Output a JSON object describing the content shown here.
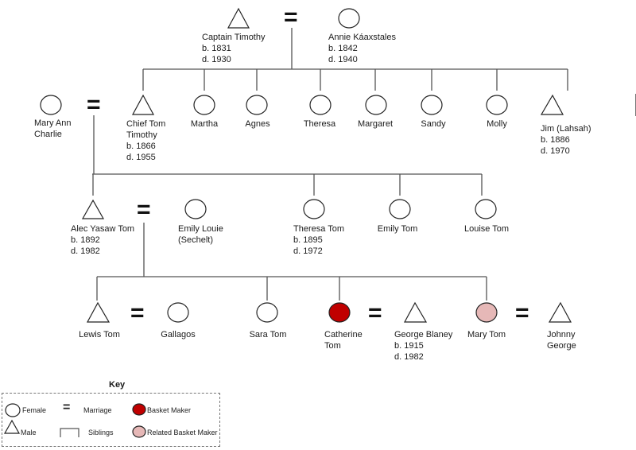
{
  "diagram": {
    "type": "genealogy-tree",
    "generations": [
      {
        "level": 1,
        "couples": [
          {
            "husband": {
              "id": "captain-timothy",
              "name": "Captain Timothy",
              "sex": "male",
              "born": "b. 1831",
              "died": "d. 1930"
            },
            "wife": {
              "id": "annie-kaaxstales",
              "name": "Annie Káaxstales",
              "sex": "female",
              "born": "b. 1842",
              "died": "d. 1940"
            }
          }
        ]
      },
      {
        "level": 2,
        "children_of": "captain-timothy",
        "members": [
          {
            "id": "chief-tom-timothy",
            "name_lines": [
              "Chief Tom",
              "Timothy"
            ],
            "sex": "male",
            "born": "b. 1866",
            "died": "d. 1955"
          },
          {
            "id": "martha",
            "name_lines": [
              "Martha"
            ],
            "sex": "female"
          },
          {
            "id": "agnes",
            "name_lines": [
              "Agnes"
            ],
            "sex": "female"
          },
          {
            "id": "theresa",
            "name_lines": [
              "Theresa"
            ],
            "sex": "female"
          },
          {
            "id": "margaret",
            "name_lines": [
              "Margaret"
            ],
            "sex": "female"
          },
          {
            "id": "sandy",
            "name_lines": [
              "Sandy"
            ],
            "sex": "female"
          },
          {
            "id": "molly",
            "name_lines": [
              "Molly"
            ],
            "sex": "female"
          },
          {
            "id": "jim-lahsah",
            "name_lines": [
              "Jim (Lahsah)"
            ],
            "sex": "male",
            "born": "b. 1886",
            "died": "d. 1970"
          }
        ],
        "spouse": {
          "id": "mary-ann-charlie",
          "name_lines": [
            "Mary Ann",
            "Charlie"
          ],
          "sex": "female",
          "married_to": "chief-tom-timothy"
        }
      },
      {
        "level": 3,
        "children_of": "chief-tom-timothy",
        "members": [
          {
            "id": "alec-yasaw-tom",
            "name_lines": [
              "Alec Yasaw Tom"
            ],
            "sex": "male",
            "born": "b. 1892",
            "died": "d. 1982"
          },
          {
            "id": "theresa-tom",
            "name_lines": [
              "Theresa Tom"
            ],
            "sex": "female",
            "born": "b. 1895",
            "died": "d. 1972"
          },
          {
            "id": "emily-tom",
            "name_lines": [
              "Emily Tom"
            ],
            "sex": "female"
          },
          {
            "id": "louise-tom",
            "name_lines": [
              "Louise Tom"
            ],
            "sex": "female"
          }
        ],
        "spouse": {
          "id": "emily-louie",
          "name_lines": [
            "Emily Louie",
            "(Sechelt)"
          ],
          "sex": "female",
          "married_to": "alec-yasaw-tom"
        }
      },
      {
        "level": 4,
        "children_of": "alec-yasaw-tom",
        "members": [
          {
            "id": "lewis-tom",
            "name_lines": [
              "Lewis Tom"
            ],
            "sex": "male"
          },
          {
            "id": "sara-tom",
            "name_lines": [
              "Sara Tom"
            ],
            "sex": "female"
          },
          {
            "id": "catherine-tom",
            "name_lines": [
              "Catherine",
              "Tom"
            ],
            "sex": "female",
            "status": "basket-maker"
          },
          {
            "id": "mary-tom",
            "name_lines": [
              "Mary Tom"
            ],
            "sex": "female",
            "status": "related-basket-maker"
          }
        ],
        "spouses": [
          {
            "id": "gallagos",
            "name_lines": [
              "Gallagos"
            ],
            "sex": "female",
            "married_to": "lewis-tom"
          },
          {
            "id": "george-blaney",
            "name_lines": [
              "George Blaney"
            ],
            "sex": "male",
            "born": "b. 1915",
            "died": "d. 1982",
            "married_to": "catherine-tom"
          },
          {
            "id": "johnny-george",
            "name_lines": [
              "Johnny",
              "George"
            ],
            "sex": "male",
            "married_to": "mary-tom"
          }
        ]
      }
    ]
  },
  "labels": {
    "captain_timothy": [
      "Captain Timothy",
      "b. 1831",
      "d. 1930"
    ],
    "annie": [
      "Annie Káaxstales",
      "b. 1842",
      "d. 1940"
    ],
    "mary_ann_charlie": [
      "Mary Ann",
      "Charlie"
    ],
    "chief_tom": [
      "Chief Tom",
      "Timothy",
      "b. 1866",
      "d. 1955"
    ],
    "martha": "Martha",
    "agnes": "Agnes",
    "theresa": "Theresa",
    "margaret": "Margaret",
    "sandy": "Sandy",
    "molly": "Molly",
    "jim": [
      "Jim (Lahsah)",
      "b. 1886",
      "d. 1970"
    ],
    "alec": [
      "Alec Yasaw Tom",
      "b. 1892",
      "d. 1982"
    ],
    "emily_louie": [
      "Emily Louie",
      "(Sechelt)"
    ],
    "theresa_tom": [
      "Theresa Tom",
      "b. 1895",
      "d. 1972"
    ],
    "emily_tom": "Emily Tom",
    "louise_tom": "Louise Tom",
    "lewis_tom": "Lewis Tom",
    "gallagos": "Gallagos",
    "sara_tom": "Sara Tom",
    "catherine_tom": [
      "Catherine",
      "Tom"
    ],
    "george_blaney": [
      "George Blaney",
      "b. 1915",
      "d. 1982"
    ],
    "mary_tom": "Mary Tom",
    "johnny_george": [
      "Johnny",
      "George"
    ],
    "marriage_symbol": "="
  },
  "key": {
    "title": "Key",
    "items": [
      {
        "symbol": "circle-icon",
        "label": "Female"
      },
      {
        "symbol": "equals-icon",
        "label": "Marriage"
      },
      {
        "symbol": "filled-red-circle-icon",
        "label": "Basket Maker"
      },
      {
        "symbol": "triangle-icon",
        "label": "Male"
      },
      {
        "symbol": "bracket-icon",
        "label": "Siblings"
      },
      {
        "symbol": "filled-pink-circle-icon",
        "label": "Related Basket Maker"
      }
    ]
  },
  "colors": {
    "line": "#555555",
    "symbol_stroke": "#222222",
    "basket_maker": "#c00000",
    "related_basket_maker": "#e6b8b7",
    "background": "#ffffff"
  }
}
